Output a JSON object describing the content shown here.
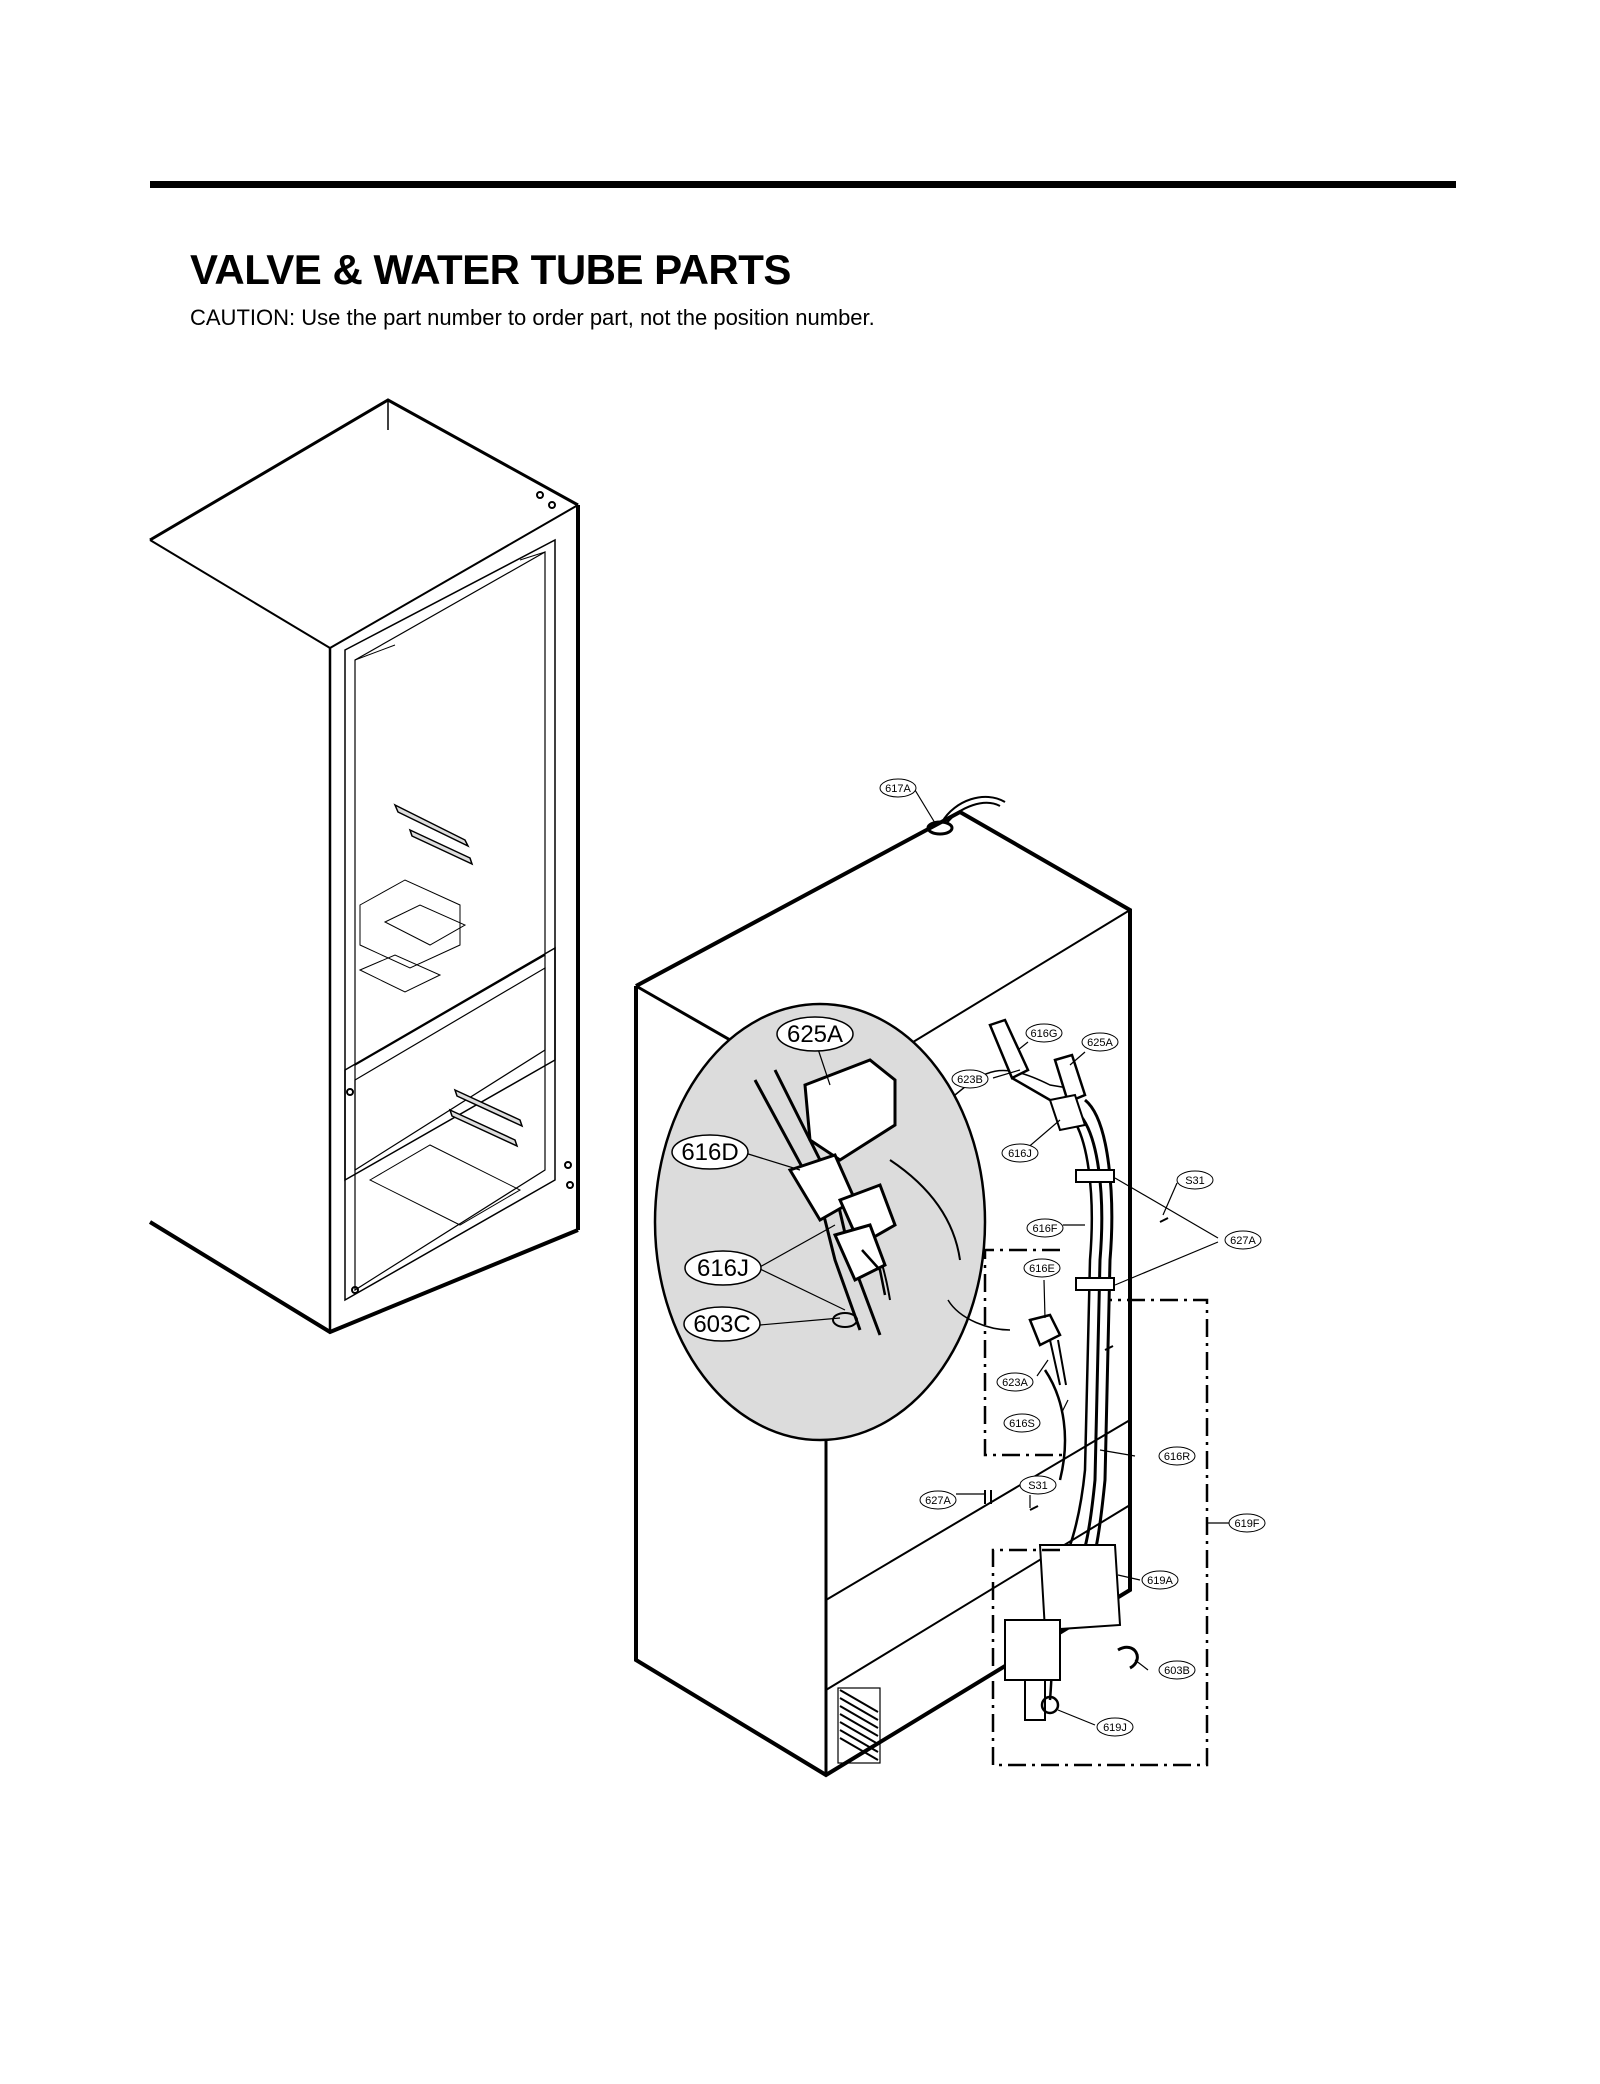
{
  "page": {
    "title": "VALVE & WATER TUBE PARTS",
    "caution": "CAUTION: Use the part number to order part, not the position number."
  },
  "callouts": {
    "c617A": "617A",
    "c625A_large": "625A",
    "c616D_large": "616D",
    "c616J_large": "616J",
    "c603C_large": "603C",
    "c616G": "616G",
    "c625A_small": "625A",
    "c623B": "623B",
    "c616J_small": "616J",
    "cS31_top": "S31",
    "c627A_right": "627A",
    "c616F": "616F",
    "c616E": "616E",
    "c623A": "623A",
    "c616S": "616S",
    "c616R": "616R",
    "c627A_left": "627A",
    "cS31_low": "S31",
    "c619F": "619F",
    "c619A": "619A",
    "c603B": "603B",
    "c619J": "619J"
  }
}
